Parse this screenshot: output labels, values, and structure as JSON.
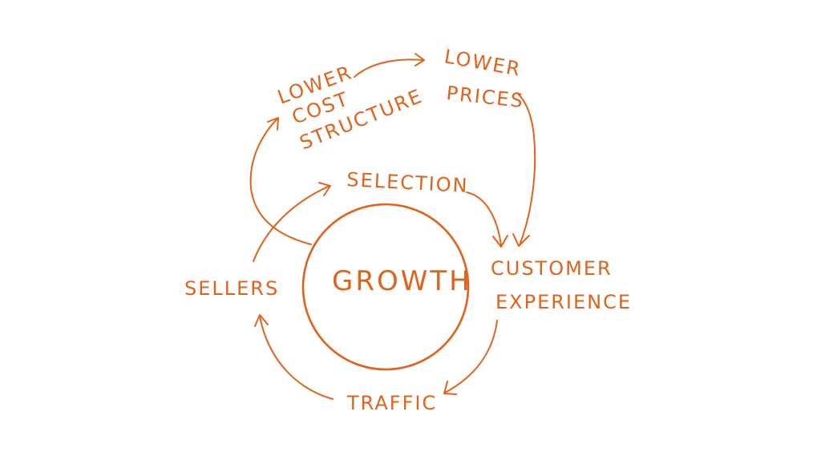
{
  "diagram": {
    "title": "Flywheel",
    "accent_color": "#e0631c",
    "center": "GROWTH",
    "nodes": {
      "lower_cost_structure": [
        "LOWER",
        "COST",
        "STRUCTURE"
      ],
      "lower_prices": [
        "LOWER",
        "PRICES"
      ],
      "selection": "SELECTION",
      "customer_experience": [
        "CUSTOMER",
        "EXPERIENCE"
      ],
      "traffic": "TRAFFIC",
      "sellers": "SELLERS"
    },
    "edges": [
      {
        "from": "GROWTH",
        "to": "LOWER COST STRUCTURE"
      },
      {
        "from": "LOWER COST STRUCTURE",
        "to": "LOWER PRICES"
      },
      {
        "from": "LOWER PRICES",
        "to": "CUSTOMER EXPERIENCE"
      },
      {
        "from": "SELECTION",
        "to": "CUSTOMER EXPERIENCE"
      },
      {
        "from": "CUSTOMER EXPERIENCE",
        "to": "TRAFFIC"
      },
      {
        "from": "TRAFFIC",
        "to": "SELLERS"
      },
      {
        "from": "SELLERS",
        "to": "SELECTION"
      }
    ]
  }
}
